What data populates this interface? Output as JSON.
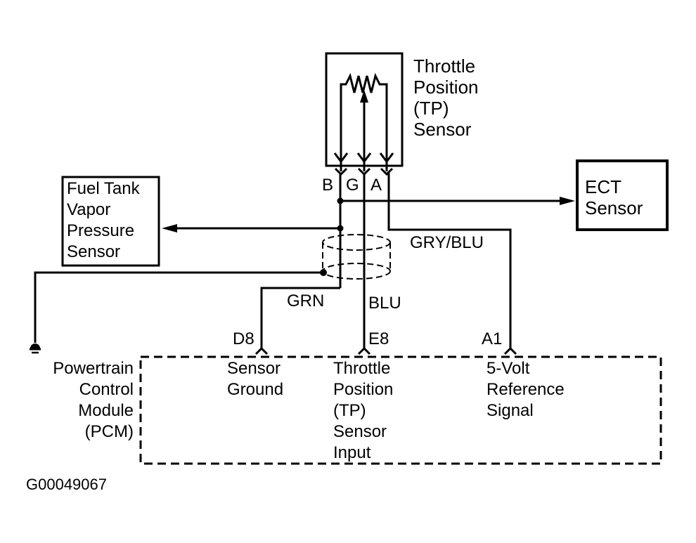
{
  "components": {
    "tp_sensor": {
      "lines": [
        "Throttle",
        "Position",
        "(TP)",
        "Sensor"
      ],
      "pins": [
        "B",
        "G",
        "A"
      ]
    },
    "fuel_tank_sensor": {
      "lines": [
        "Fuel Tank",
        "Vapor",
        "Pressure",
        "Sensor"
      ]
    },
    "ect_sensor": {
      "lines": [
        "ECT",
        "Sensor"
      ]
    },
    "pcm": {
      "lines": [
        "Powertrain",
        "Control",
        "Module",
        "(PCM)"
      ],
      "terminals": [
        {
          "pin": "D8",
          "lines": [
            "Sensor",
            "Ground"
          ]
        },
        {
          "pin": "E8",
          "lines": [
            "Throttle",
            "Position",
            "(TP)",
            "Sensor",
            "Input"
          ]
        },
        {
          "pin": "A1",
          "lines": [
            "5-Volt",
            "Reference",
            "Signal"
          ]
        }
      ]
    }
  },
  "wires": {
    "grn": "GRN",
    "blu": "BLU",
    "gry_blu": "GRY/BLU"
  },
  "figure_id": "G00049067"
}
